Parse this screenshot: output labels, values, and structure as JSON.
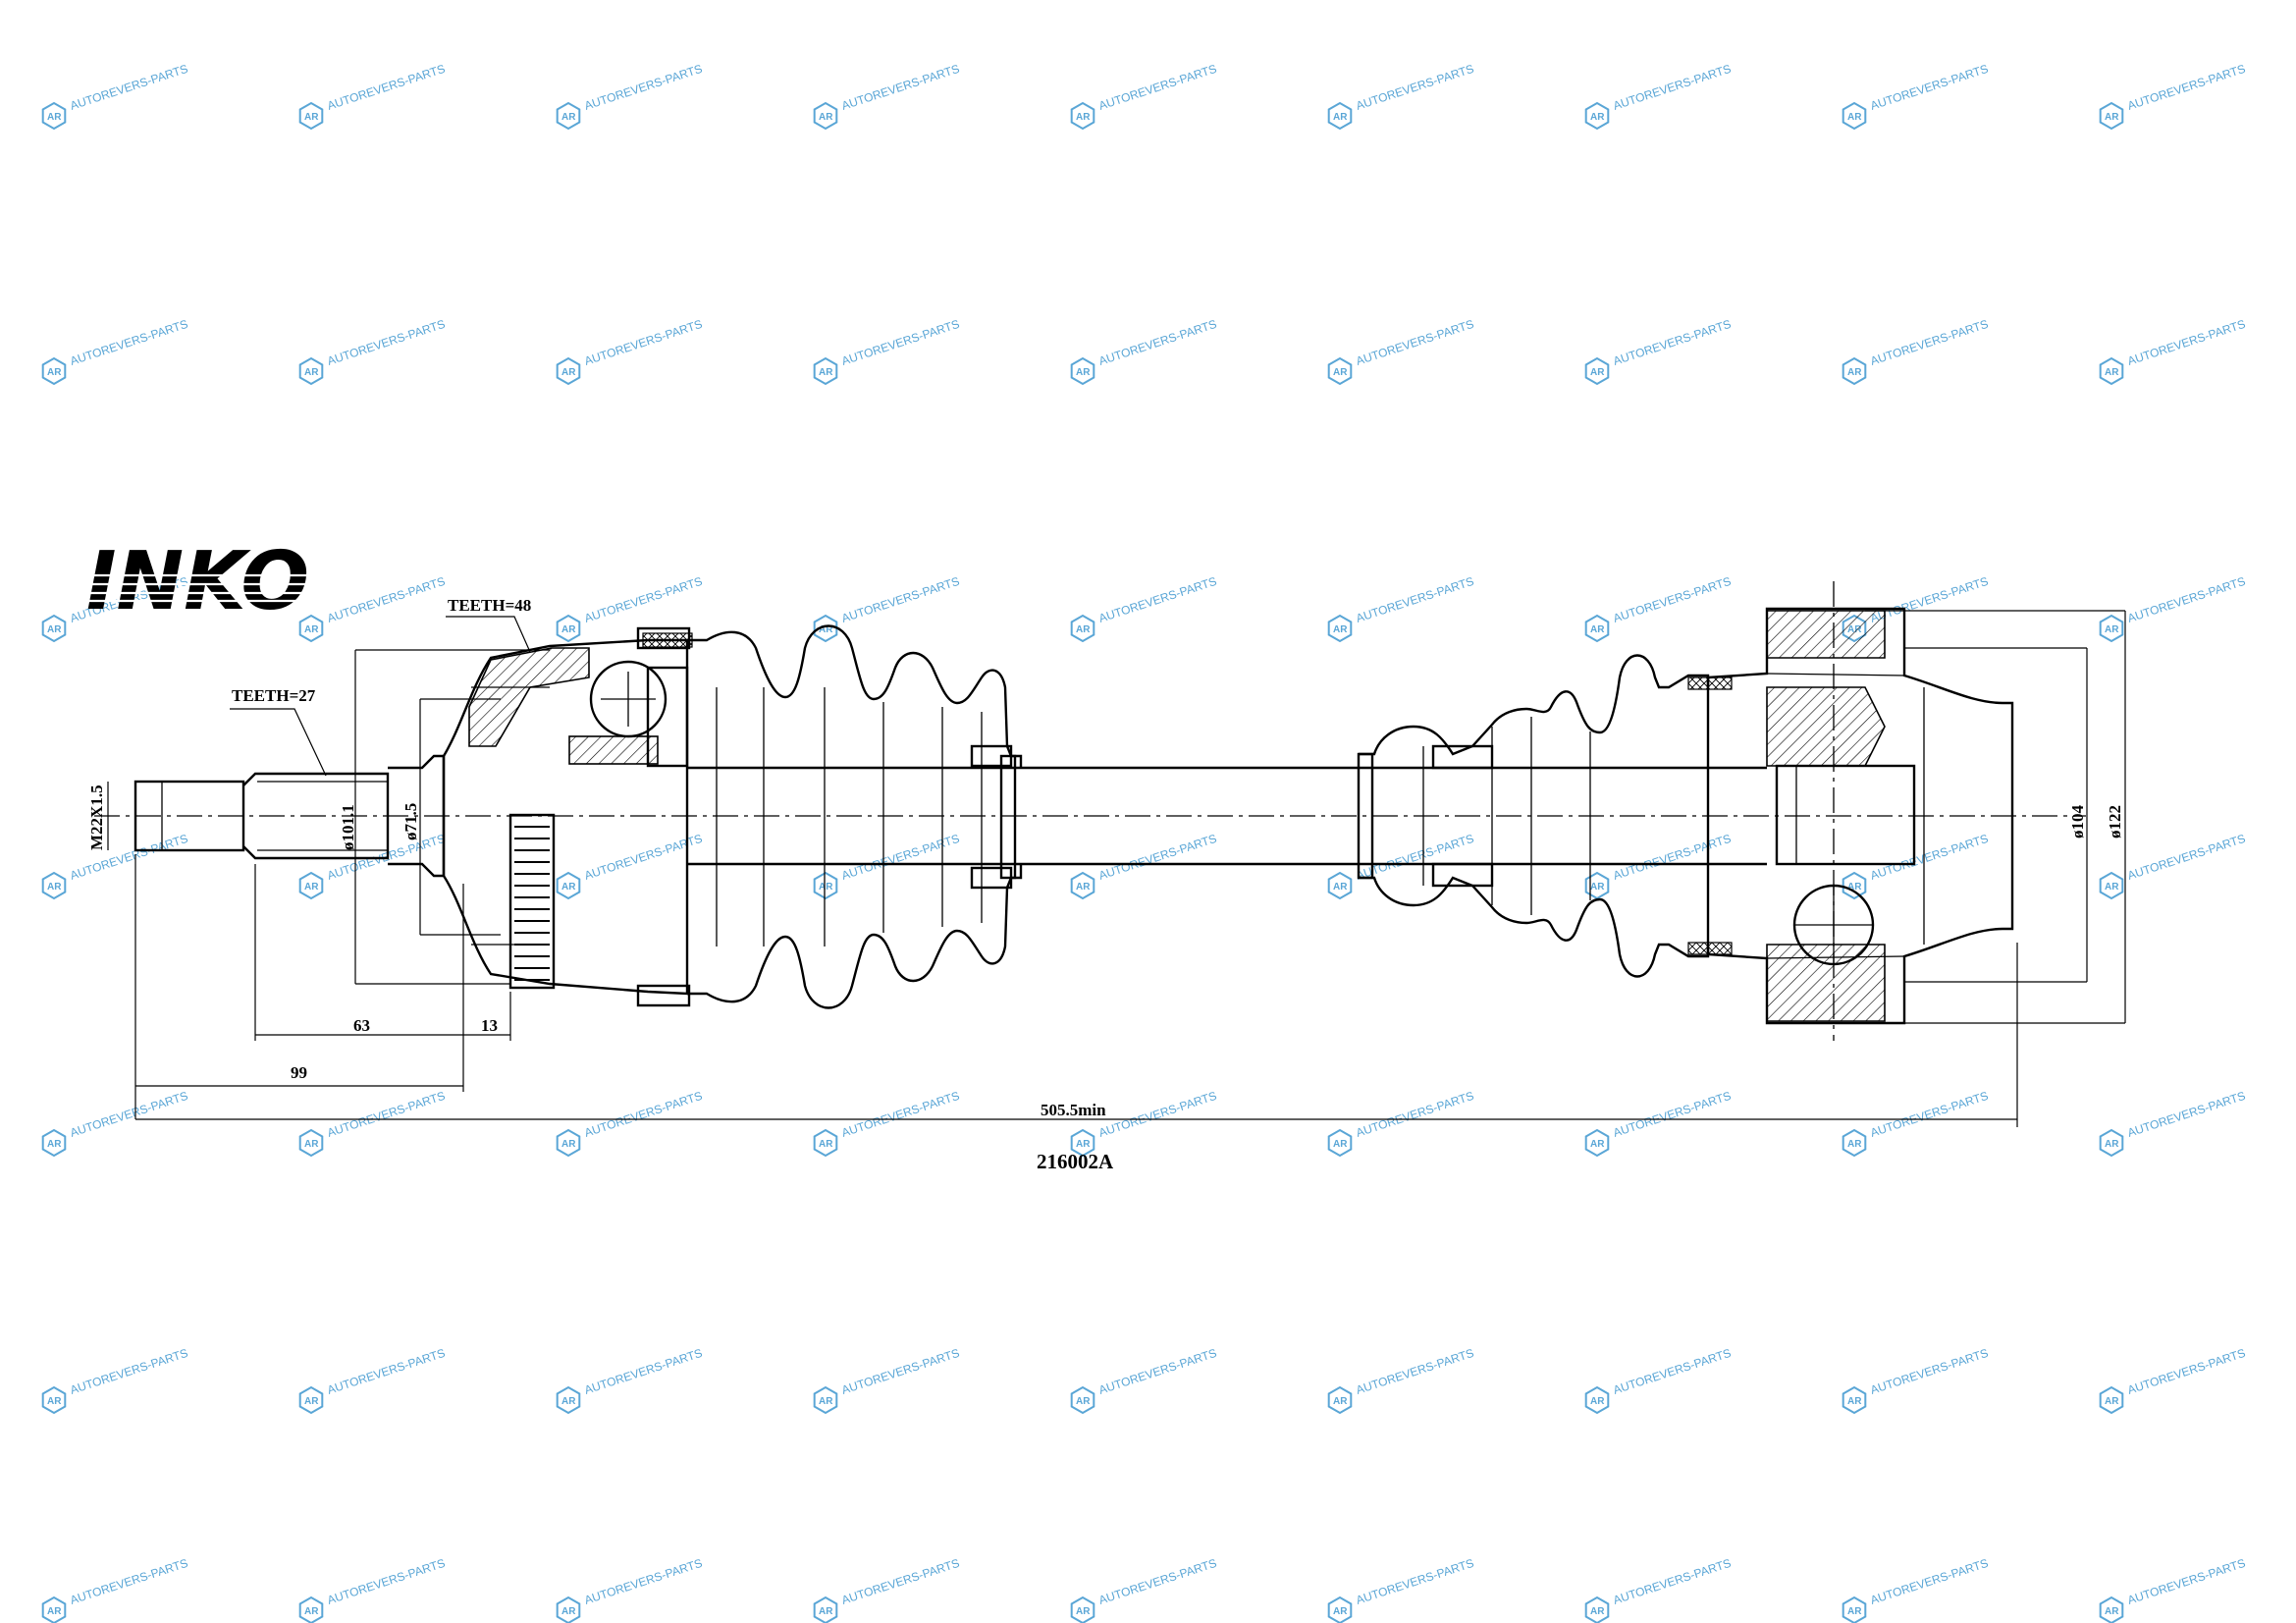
{
  "brand": {
    "logo": "INKO"
  },
  "watermark": {
    "text": "AUTOREVERS-PARTS",
    "badge": "AR",
    "color": "#5aa6d6"
  },
  "drawing": {
    "part_number": "216002A",
    "callouts": {
      "teeth_outer": "TEETH=48",
      "teeth_spline": "TEETH=27"
    },
    "dimensions": {
      "thread": "M22X1.5",
      "dia_flange": "ø101.1",
      "dia_seat": "ø71.5",
      "len_63": "63",
      "len_13": "13",
      "len_99": "99",
      "total_length": "505.5min",
      "dia_104": "ø104",
      "dia_122": "ø122"
    }
  }
}
